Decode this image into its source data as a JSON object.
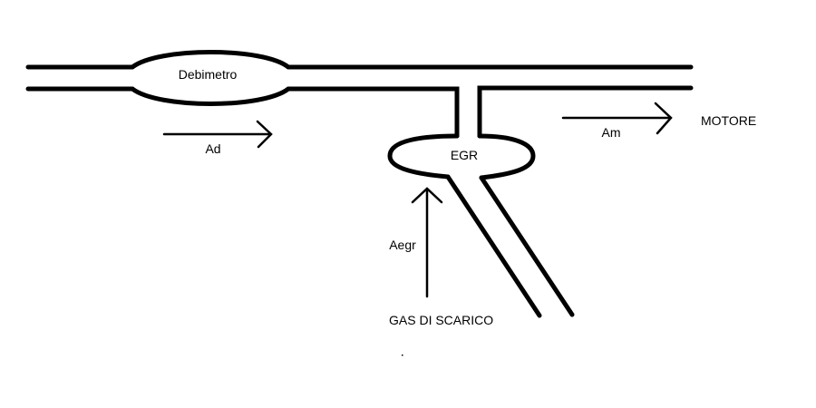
{
  "diagram": {
    "description": "EGR air intake flow schematic",
    "components": {
      "flow_meter": {
        "label": "Debimetro"
      },
      "egr_valve": {
        "label": "EGR"
      }
    },
    "flows": {
      "intake_air": {
        "label": "Ad",
        "direction": "right"
      },
      "engine_air": {
        "label": "Am",
        "direction": "right"
      },
      "egr_flow": {
        "label": "Aegr",
        "direction": "up"
      }
    },
    "destinations": {
      "engine": {
        "label": "MOTORE"
      },
      "exhaust": {
        "label": "GAS DI SCARICO"
      }
    },
    "colors": {
      "stroke": "#000000",
      "background": "#ffffff"
    }
  }
}
